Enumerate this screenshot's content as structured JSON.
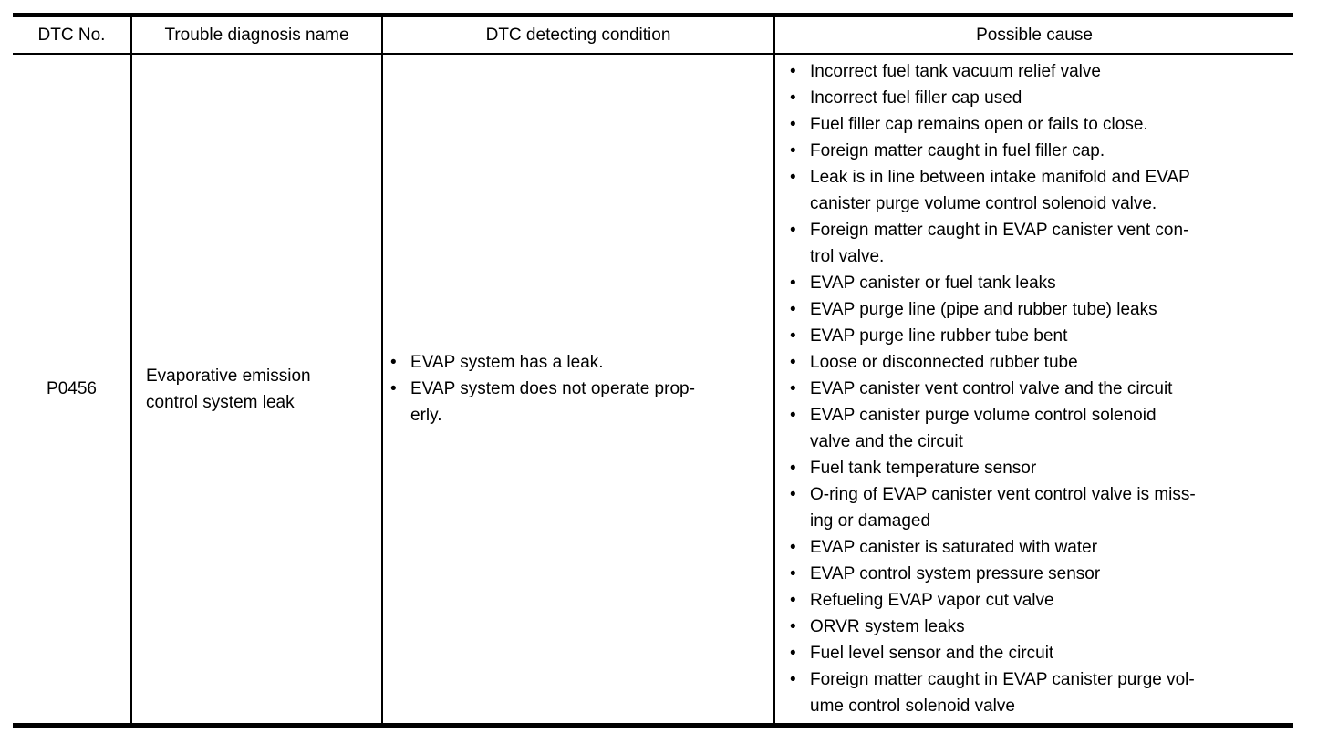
{
  "table": {
    "headers": {
      "dtc_no": "DTC No.",
      "trouble_diagnosis_name": "Trouble diagnosis name",
      "dtc_detecting_condition": "DTC detecting condition",
      "possible_cause": "Possible cause"
    },
    "row": {
      "dtc_no": "P0456",
      "trouble_diagnosis_name": "Evaporative emission\ncontrol system leak",
      "dtc_detecting_condition": [
        "EVAP system has a leak.",
        "EVAP system does not operate prop-\nerly."
      ],
      "possible_cause": [
        "Incorrect fuel tank vacuum relief valve",
        "Incorrect fuel filler cap used",
        "Fuel filler cap remains open or fails to close.",
        "Foreign matter caught in fuel filler cap.",
        "Leak is in line between intake manifold and EVAP\ncanister purge volume control solenoid valve.",
        "Foreign matter caught in EVAP canister vent con-\ntrol valve.",
        "EVAP canister or fuel tank leaks",
        "EVAP purge line (pipe and rubber tube) leaks",
        "EVAP purge line rubber tube bent",
        "Loose or disconnected rubber tube",
        "EVAP canister vent control valve and the circuit",
        "EVAP canister purge volume control solenoid\nvalve and the circuit",
        "Fuel tank temperature sensor",
        "O-ring of EVAP canister vent control valve is miss-\ning or damaged",
        "EVAP canister is saturated with water",
        "EVAP control system pressure sensor",
        "Refueling EVAP vapor cut valve",
        "ORVR system leaks",
        "Fuel level sensor and the circuit",
        "Foreign matter caught in EVAP canister purge vol-\nume control solenoid valve"
      ]
    },
    "colors": {
      "text": "#000000",
      "border": "#000000",
      "background": "#ffffff"
    }
  }
}
